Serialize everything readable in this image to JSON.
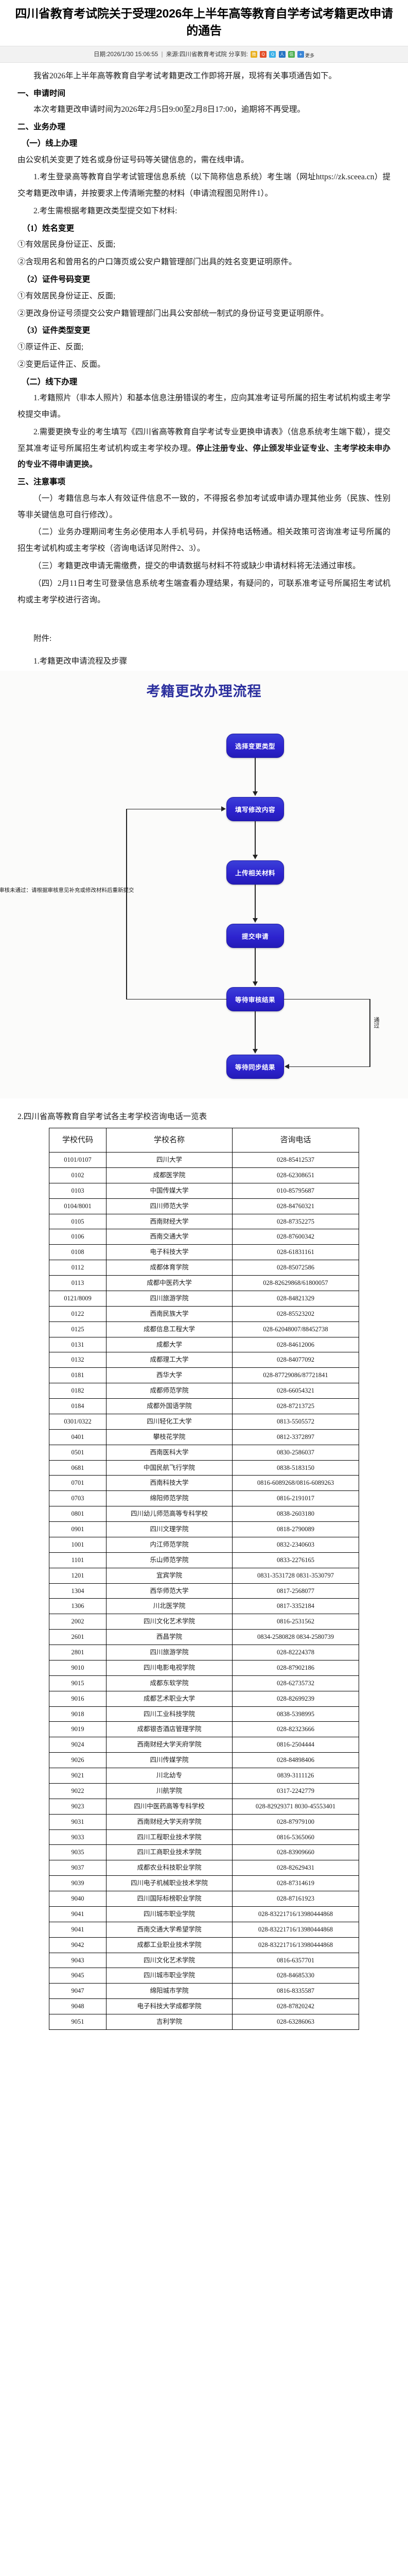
{
  "header": {
    "title": "四川省教育考试院关于受理2026年上半年高等教育自学考试考籍更改申请的通告",
    "date_label": "日期:2026/1/30 15:06:55",
    "separator": "|",
    "source_label": "来源:四川省教育考试院",
    "share_label": "分享到:",
    "more_label": "更多",
    "share_icons": [
      {
        "name": "sina-weibo-icon",
        "glyph": "微"
      },
      {
        "name": "qzone-icon",
        "glyph": "Q"
      },
      {
        "name": "qq-icon",
        "glyph": "Q"
      },
      {
        "name": "renren-icon",
        "glyph": "人"
      },
      {
        "name": "wechat-icon",
        "glyph": "信"
      },
      {
        "name": "more-share-icon",
        "glyph": "+"
      }
    ]
  },
  "body": {
    "intro": "我省2026年上半年高等教育自学考试考籍更改工作即将开展，现将有关事项通告如下。",
    "sec1_title": "一、申请时间",
    "sec1_p1": "本次考籍更改申请时间为2026年2月5日9:00至2月8日17:00，逾期将不再受理。",
    "sec2_title": "二、业务办理",
    "sec2_sub1": "（一）线上办理",
    "sec2_sub1_p1": "由公安机关变更了姓名或身份证号码等关键信息的，需在线申请。",
    "sec2_sub1_item1": "1.考生登录高等教育自学考试管理信息系统（以下简称信息系统）考生端（网址https://zk.sceea.cn）提交考籍更改申请，并按要求上传清晰完整的材料（申请流程图见附件1）。",
    "sec2_sub1_item2": "2.考生需根据考籍更改类型提交如下材料:",
    "grp1_title": "（1）姓名变更",
    "grp1_a": "①有效居民身份证正、反面;",
    "grp1_b": "②含现用名和曾用名的户口簿页或公安户籍管理部门出具的姓名变更证明原件。",
    "grp2_title": "（2）证件号码变更",
    "grp2_a": "①有效居民身份证正、反面;",
    "grp2_b": "②更改身份证号须提交公安户籍管理部门出具公安部统一制式的身份证号变更证明原件。",
    "grp3_title": "（3）证件类型变更",
    "grp3_a": "①原证件正、反面;",
    "grp3_b": "②变更后证件正、反面。",
    "sec2_sub2": "（二）线下办理",
    "sec2_sub2_item1": "1.考籍照片（非本人照片）和基本信息注册错误的考生，应向其准考证号所属的招生考试机构或主考学校提交申请。",
    "sec2_sub2_item2_part1": "2.需要更换专业的考生填写《四川省高等教育自学考试专业更换申请表》（信息系统考生端下载），提交至其准考证号所属招生考试机构或主考学校办理。",
    "sec2_sub2_item2_bold": "停止注册专业、停止颁发毕业证专业、主考学校未申办的专业不得申请更换。",
    "sec3_title": "三、注意事项",
    "sec3_a": "（一）考籍信息与本人有效证件信息不一致的，不得报名参加考试或申请办理其他业务（民族、性别等非关键信息可自行修改）。",
    "sec3_b": "（二）业务办理期间考生务必使用本人手机号码，并保持电话畅通。相关政策可咨询准考证号所属的招生考试机构或主考学校（咨询电话详见附件2、3）。",
    "sec3_c": "（三）考籍更改申请无需缴费，提交的申请数据与材料不符或缺少申请材料将无法通过审核。",
    "sec3_d": "（四）2月11日考生可登录信息系统考生端查看办理结果，有疑问的，可联系准考证号所属招生考试机构或主考学校进行咨询。",
    "attachments_label": "附件:",
    "attachment1": "1.考籍更改申请流程及步骤",
    "attachment2_caption": "2.四川省高等教育自学考试各主考学校咨询电话一览表"
  },
  "flowchart": {
    "title": "考籍更改办理流程",
    "nodes": [
      {
        "id": "n1",
        "label": "选择变更类型"
      },
      {
        "id": "n2",
        "label": "填写修改内容"
      },
      {
        "id": "n3",
        "label": "上传相关材料"
      },
      {
        "id": "n4",
        "label": "提交申请"
      },
      {
        "id": "n5",
        "label": "等待审核结果"
      },
      {
        "id": "n6",
        "label": "等待同步结果"
      }
    ],
    "edge_labels": {
      "reject": "审核未通过：请根据审核意见补充或修改材料后重新提交",
      "pass": "通过"
    }
  },
  "table": {
    "headers": [
      "学校代码",
      "学校名称",
      "咨询电话"
    ],
    "rows": [
      [
        "0101/0107",
        "四川大学",
        "028-85412537"
      ],
      [
        "0102",
        "成都医学院",
        "028-62308651"
      ],
      [
        "0103",
        "中国传媒大学",
        "010-85795687"
      ],
      [
        "0104/8001",
        "四川师范大学",
        "028-84760321"
      ],
      [
        "0105",
        "西南财经大学",
        "028-87352275"
      ],
      [
        "0106",
        "西南交通大学",
        "028-87600342"
      ],
      [
        "0108",
        "电子科技大学",
        "028-61831161"
      ],
      [
        "0112",
        "成都体育学院",
        "028-85072586"
      ],
      [
        "0113",
        "成都中医药大学",
        "028-82629868/61800057"
      ],
      [
        "0121/8009",
        "四川旅游学院",
        "028-84821329"
      ],
      [
        "0122",
        "西南民族大学",
        "028-85523202"
      ],
      [
        "0125",
        "成都信息工程大学",
        "028-62048007/88452738"
      ],
      [
        "0131",
        "成都大学",
        "028-84612006"
      ],
      [
        "0132",
        "成都理工大学",
        "028-84077092"
      ],
      [
        "0181",
        "西华大学",
        "028-87729086/87721841"
      ],
      [
        "0182",
        "成都师范学院",
        "028-66054321"
      ],
      [
        "0184",
        "成都外国语学院",
        "028-87213725"
      ],
      [
        "0301/0322",
        "四川轻化工大学",
        "0813-5505572"
      ],
      [
        "0401",
        "攀枝花学院",
        "0812-3372897"
      ],
      [
        "0501",
        "西南医科大学",
        "0830-2586037"
      ],
      [
        "0681",
        "中国民航飞行学院",
        "0838-5183150"
      ],
      [
        "0701",
        "西南科技大学",
        "0816-6089268/0816-6089263"
      ],
      [
        "0703",
        "绵阳师范学院",
        "0816-2191017"
      ],
      [
        "0801",
        "四川幼儿师范高等专科学校",
        "0838-2603180"
      ],
      [
        "0901",
        "四川文理学院",
        "0818-2790089"
      ],
      [
        "1001",
        "内江师范学院",
        "0832-2340603"
      ],
      [
        "1101",
        "乐山师范学院",
        "0833-2276165"
      ],
      [
        "1201",
        "宜宾学院",
        "0831-3531728 0831-3530797"
      ],
      [
        "1304",
        "西华师范大学",
        "0817-2568077"
      ],
      [
        "1306",
        "川北医学院",
        "0817-3352184"
      ],
      [
        "2002",
        "四川文化艺术学院",
        "0816-2531562"
      ],
      [
        "2601",
        "西昌学院",
        "0834-2580828 0834-2580739"
      ],
      [
        "2801",
        "四川旅游学院",
        "028-82224378"
      ],
      [
        "9010",
        "四川电影电视学院",
        "028-87902186"
      ],
      [
        "9015",
        "成都东软学院",
        "028-62735732"
      ],
      [
        "9016",
        "成都艺术职业大学",
        "028-82699239"
      ],
      [
        "9018",
        "四川工业科技学院",
        "0838-5398995"
      ],
      [
        "9019",
        "成都银杏酒店管理学院",
        "028-82323666"
      ],
      [
        "9024",
        "西南财经大学天府学院",
        "0816-2504444"
      ],
      [
        "9026",
        "四川传媒学院",
        "028-84898406"
      ],
      [
        "9021",
        "川北幼专",
        "0839-3111126"
      ],
      [
        "9022",
        "川航学院",
        "0317-2242779"
      ],
      [
        "9023",
        "四川中医药高等专科学校",
        "028-82929371 8030-45553401"
      ],
      [
        "9031",
        "西南财经大学天府学院",
        "028-87979100"
      ],
      [
        "9033",
        "四川工程职业技术学院",
        "0816-5365060"
      ],
      [
        "9035",
        "四川工商职业技术学院",
        "028-83909660"
      ],
      [
        "9037",
        "成都农业科技职业学院",
        "028-82629431"
      ],
      [
        "9039",
        "四川电子机械职业技术学院",
        "028-87314619"
      ],
      [
        "9040",
        "四川国际标榜职业学院",
        "028-87161923"
      ],
      [
        "9041",
        "四川城市职业学院",
        "028-83221716/13980444868"
      ],
      [
        "9041",
        "西南交通大学希望学院",
        "028-83221716/13980444868"
      ],
      [
        "9042",
        "成都工业职业技术学院",
        "028-83221716/13980444868"
      ],
      [
        "9043",
        "四川文化艺术学院",
        "0816-6357701"
      ],
      [
        "9045",
        "四川城市职业学院",
        "028-84685330"
      ],
      [
        "9047",
        "绵阳城市学院",
        "0816-8335587"
      ],
      [
        "9048",
        "电子科技大学成都学院",
        "028-87820242"
      ],
      [
        "9051",
        "吉利学院",
        "028-63286063"
      ]
    ]
  }
}
